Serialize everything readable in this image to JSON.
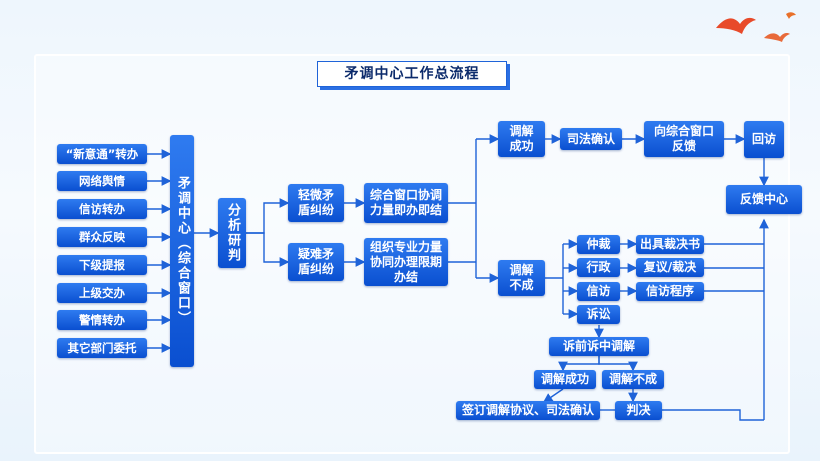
{
  "title": "矛调中心工作总流程",
  "sources": [
    "“新意通”转办",
    "网络舆情",
    "信访转办",
    "群众反映",
    "下级提报",
    "上级交办",
    "警情转办",
    "其它部门委托"
  ],
  "center": "矛调中心（综合窗口）",
  "analyze": "分析研判",
  "disputes": {
    "minor": "轻微矛盾纠纷",
    "difficult": "疑难矛盾纠纷"
  },
  "handling": {
    "minor": "综合窗口协调力量即办即结",
    "difficult": "组织专业力量协同办理限期办结"
  },
  "mediation": {
    "success": "调解成功",
    "fail": "调解不成"
  },
  "success_path": {
    "judicial": "司法确认",
    "feedback_window": "向综合窗口反馈",
    "revisit": "回访",
    "feedback_center": "反馈中心"
  },
  "fail_path": {
    "arbitration": "仲裁",
    "arbitration_result": "出具裁决书",
    "administrative": "行政",
    "administrative_result": "复议/裁决",
    "petition": "信访",
    "petition_result": "信访程序",
    "litigation": "诉讼"
  },
  "litigation_path": {
    "pre_litigation": "诉前诉中调解",
    "success": "调解成功",
    "fail": "调解不成",
    "agreement": "签订调解协议、司法确认",
    "judgment": "判决"
  },
  "colors": {
    "box": "#0a4fd0",
    "line": "#1f63d8",
    "bird": "#e84a2a"
  }
}
